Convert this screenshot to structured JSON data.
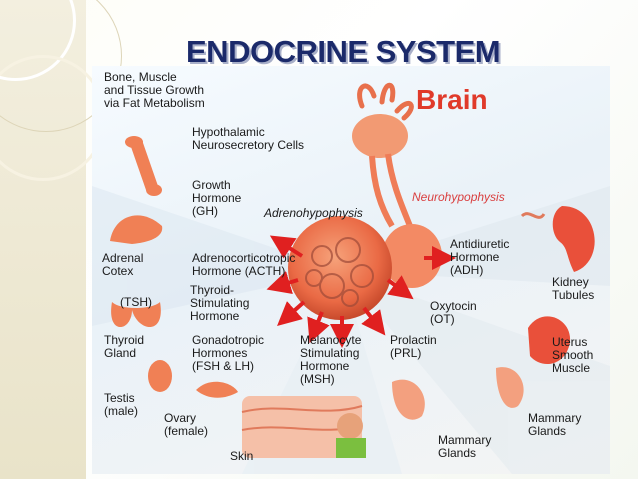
{
  "title": "ENDOCRINE SYSTEM",
  "colors": {
    "title": "#1b2a6a",
    "brain_text": "#e03a2a",
    "organ": "#f08055",
    "arrow": "#e02020"
  },
  "diagram": {
    "brain_label": "Brain",
    "labels": {
      "bone_growth": "Bone, Muscle\nand Tissue Growth\nvia Fat Metabolism",
      "hypothalamic": "Hypothalamic\nNeurosecretory Cells",
      "growth_hormone": "Growth\nHormone\n(GH)",
      "adenohypophysis": "Adrenohypophysis",
      "neurohypophysis": "Neurohypophysis",
      "adrenal_cortex": "Adrenal\nCotex",
      "acth": "Adrenocorticotropic\nHormone (ACTH)",
      "adh": "Antidiuretic\nHormone\n(ADH)",
      "kidney": "Kidney\nTubules",
      "tsh": "(TSH)",
      "tsh_full": "Thyroid-\nStimulating\nHormone",
      "oxytocin": "Oxytocin\n(OT)",
      "thyroid": "Thyroid\nGland",
      "gonadotropic": "Gonadotropic\nHormones\n(FSH & LH)",
      "msh": "Melanocyte\nStimulating\nHormone\n(MSH)",
      "prolactin": "Prolactin\n(PRL)",
      "uterus": "Uterus\nSmooth\nMuscle",
      "testis": "Testis\n(male)",
      "ovary": "Ovary\n(female)",
      "mammary_center": "Mammary\nGlands",
      "mammary_right": "Mammary\nGlands",
      "skin": "Skin"
    }
  }
}
